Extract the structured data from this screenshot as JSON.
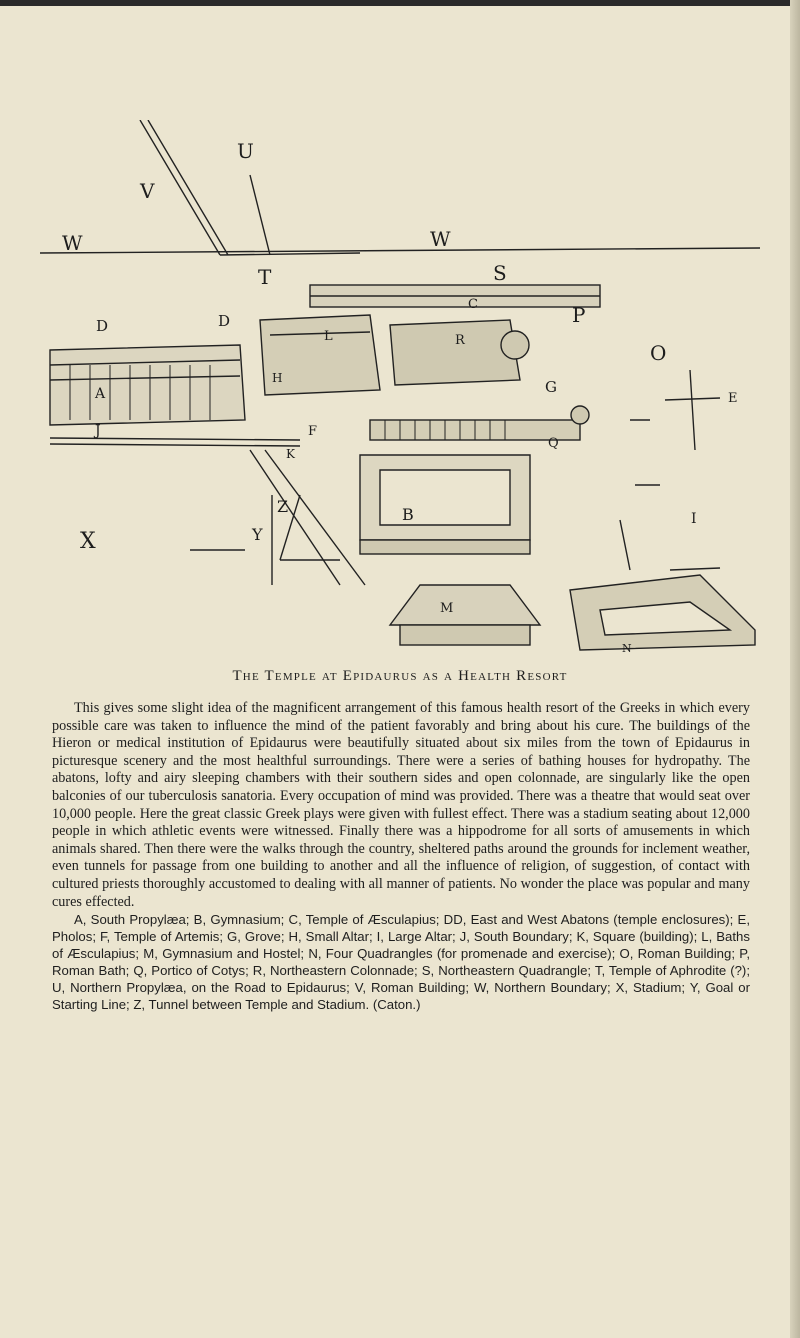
{
  "illustration": {
    "labels": {
      "U": "U",
      "V": "V",
      "W_left": "W",
      "W_right": "W",
      "T": "T",
      "S": "S",
      "P": "P",
      "O": "O",
      "E": "E",
      "D_left": "D",
      "D_mid": "D",
      "A": "A",
      "L": "L",
      "F": "F",
      "J": "J",
      "H": "H",
      "G": "G",
      "Q": "Q",
      "K": "K",
      "R": "R",
      "C": "C",
      "B": "B",
      "X": "X",
      "Y": "Y",
      "Z": "Z",
      "N": "N",
      "M": "M",
      "I": "I"
    }
  },
  "caption": "The Temple at Epidaurus as a Health Resort",
  "paragraph": "This gives some slight idea of the magnificent arrangement of this famous health resort of the Greeks in which every possible care was taken to influence the mind of the patient favorably and bring about his cure. The buildings of the Hieron or medical institution of Epidaurus were beautifully situated about six miles from the town of Epidaurus in picturesque scenery and the most healthful surroundings. There were a series of bathing houses for hydropathy. The abatons, lofty and airy sleeping chambers with their southern sides and open colonnade, are singularly like the open balconies of our tuberculosis sanatoria. Every occupation of mind was provided. There was a theatre that would seat over 10,000 people. Here the great classic Greek plays were given with fullest effect. There was a stadium seating about 12,000 people in which athletic events were witnessed. Finally there was a hippodrome for all sorts of amusements in which animals shared. Then there were the walks through the country, sheltered paths around the grounds for inclement weather, even tunnels for passage from one building to another and all the influence of religion, of suggestion, of contact with cultured priests thoroughly accustomed to dealing with all manner of patients. No wonder the place was popular and many cures effected.",
  "legend": "A, South Propylæa; B, Gymnasium; C, Temple of Æsculapius; DD, East and West Abatons (temple enclosures); E, Pholos; F, Temple of Artemis; G, Grove; H, Small Altar; I, Large Altar; J, South Boundary; K, Square (building); L, Baths of Æsculapius; M, Gymnasium and Hostel; N, Four Quadrangles (for promenade and exercise); O, Roman Building; P, Roman Bath; Q, Portico of Cotys; R, Northeastern Colonnade; S, Northeastern Quadrangle; T, Temple of Aphrodite (?); U, Northern Propylæa, on the Road to Epidaurus; V, Roman Building; W, Northern Boundary; X, Stadium; Y, Goal or Starting Line; Z, Tunnel between Temple and Stadium. (Caton.)"
}
